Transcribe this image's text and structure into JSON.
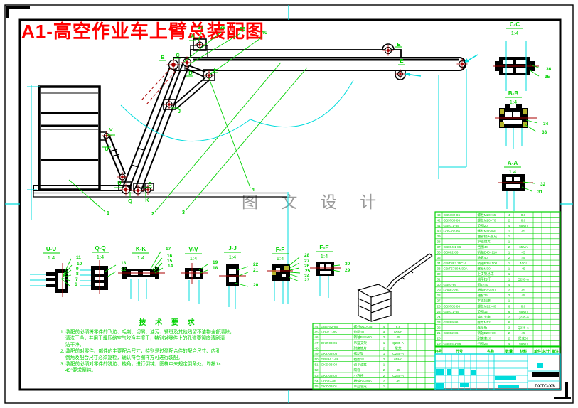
{
  "title": "A1-高空作业车上臂总装配图",
  "watermark": "图 文 设 计",
  "tech": {
    "title": "技 术 要 求",
    "lines": [
      "1. 装配前必须将零件的飞边、毛刺、切屑、油污、锈斑及其他残留不洁物全部清除，",
      "清洗干净，并用干燥压缩空气吹净并擦干，特别对零件上的孔道要彻底清刷清",
      "洁干净。",
      "2. 装配前对零件、部件的主要配合尺寸，特别是过盈配合件的配合尺寸、内孔",
      "倒角及配合尺寸必须复检，确认符合图样方可进行装配。",
      "3. 装配前必须对零件的锐边、棱角，进行倒钝，图样中未规定倒角处，均按1×",
      "45°要求倒钝。"
    ]
  },
  "part_callouts": [
    "1",
    "2",
    "3",
    "4",
    "37",
    "38",
    "39",
    "40"
  ],
  "section_letters": [
    "A",
    "B",
    "C",
    "D",
    "F",
    "E",
    "E",
    "V",
    "U",
    "J",
    "U",
    "Q",
    "K",
    "C"
  ],
  "section_views": [
    {
      "name": "C-C",
      "scale": "1:4",
      "callouts": [
        "36",
        "35"
      ]
    },
    {
      "name": "B-B",
      "scale": "1:4",
      "callouts": [
        "34",
        "33"
      ]
    },
    {
      "name": "A-A",
      "scale": "1:4",
      "callouts": [
        "32",
        "31"
      ]
    },
    {
      "name": "U-U",
      "scale": "1:4",
      "callouts": [
        "11",
        "10",
        "9",
        "8",
        "7",
        "6"
      ]
    },
    {
      "name": "Q-Q",
      "scale": "1:4",
      "callouts": [
        "13",
        "12"
      ]
    },
    {
      "name": "K-K",
      "scale": "1:4",
      "callouts": [
        "17",
        "16",
        "15",
        "14"
      ]
    },
    {
      "name": "V-V",
      "scale": "1:4",
      "callouts": [
        "19",
        "18"
      ]
    },
    {
      "name": "J-J",
      "scale": "1:4",
      "callouts": [
        "22",
        "21",
        "20"
      ]
    },
    {
      "name": "F-F",
      "scale": "1:4",
      "callouts": [
        "28",
        "27",
        "26",
        "25",
        "24",
        "23"
      ]
    },
    {
      "name": "E-E",
      "scale": "1:4",
      "callouts": [
        "30",
        "29"
      ]
    }
  ],
  "bom": {
    "headers": [
      "序号",
      "代号",
      "名称",
      "数量",
      "材料",
      "单件",
      "总计",
      "备注"
    ],
    "right_rows": [
      [
        "43",
        "GB5782-86",
        "螺栓M20×65",
        "4",
        "8.8"
      ],
      [
        "42",
        "GB5780-86",
        "螺栓M20×70",
        "2",
        "8.8"
      ],
      [
        "41",
        "GB97.1-85",
        "垫圈20",
        "4",
        "65Mn"
      ],
      [
        "40",
        "GB5782-86",
        "螺栓M16×60",
        "1",
        "45"
      ],
      [
        "39",
        "",
        "油管接头总成",
        "1",
        ""
      ],
      [
        "38",
        "",
        "护线管夹",
        "1",
        ""
      ],
      [
        "37",
        "GB894.1-86",
        "挡圈40",
        "2",
        "65Mn"
      ],
      [
        "36",
        "GB882-86",
        "销轴B40×110",
        "1",
        "45"
      ],
      [
        "35",
        "",
        "轴套40",
        "2",
        "45"
      ],
      [
        "34",
        "GB/T893 35CrA",
        "销轴B35×100",
        "1",
        "40Cr"
      ],
      [
        "33",
        "GB/T5780 M30A",
        "螺母M30",
        "1",
        "45"
      ],
      [
        "32",
        "",
        "上支架总成",
        "1",
        ""
      ],
      [
        "31",
        "",
        "调平拉杆",
        "1",
        "Q235-A"
      ],
      [
        "30",
        "GB91-86",
        "销4×40",
        "4",
        ""
      ],
      [
        "29",
        "GB882-86",
        "销轴B25×80",
        "2",
        "45"
      ],
      [
        "28",
        "",
        "轴套25",
        "2",
        "45"
      ],
      [
        "27",
        "",
        "下连接座",
        "1",
        ""
      ],
      [
        "26",
        "GB5782-86",
        "螺栓M12×40",
        "6",
        "8.8"
      ],
      [
        "25",
        "GB97.1-85",
        "垫圈12",
        "6",
        "65Mn"
      ],
      [
        "24",
        "",
        "油缸支座",
        "2",
        "Q235-A"
      ],
      [
        "23",
        "GB889-86",
        "螺母M12",
        "6",
        ""
      ],
      [
        "22",
        "",
        "连接板",
        "2",
        "Q235-A"
      ],
      [
        "21",
        "GB882-86",
        "销轴B20×70",
        "2",
        "45"
      ],
      [
        "20",
        "",
        "耐磨套20",
        "2",
        "尼龙66"
      ],
      [
        "19",
        "GB894.1-86",
        "挡圈25",
        "4",
        "65Mn"
      ]
    ],
    "left_rows": [
      [
        "44",
        "GB5782-86",
        "螺栓M10×35",
        "4",
        "8.8"
      ],
      [
        "45",
        "GB97.1-85",
        "垫圈10",
        "4",
        "65Mn"
      ],
      [
        "46",
        "",
        "销轴B18×60",
        "2",
        "45"
      ],
      [
        "47",
        "GKZ-03-06",
        "吊篮支架",
        "1",
        "Q235-A"
      ],
      [
        "48",
        "",
        "耐磨垫片",
        "2",
        "尼龙"
      ],
      [
        "49",
        "GKZ-03-05",
        "摆动架",
        "1",
        "Q235-A"
      ],
      [
        "50",
        "GB894.1-86",
        "挡圈18",
        "2",
        "65Mn"
      ],
      [
        "51",
        "GKZ-03-04",
        "调平油缸",
        "1",
        ""
      ],
      [
        "52",
        "",
        "隔套",
        "2",
        "45"
      ],
      [
        "53",
        "GKZ-03-02",
        "小连杆",
        "2",
        "Q235-A"
      ],
      [
        "54",
        "GB882-86",
        "销轴B14×45",
        "2",
        "45"
      ],
      [
        "55",
        "GKZ-03-01",
        "吊篮总成",
        "1",
        ""
      ]
    ]
  },
  "titleblock": {
    "code": "DXTC-X3"
  },
  "colors": {
    "annotation_green": "#00d200",
    "dimension_cyan": "#00dcdc",
    "centerline_red": "#aa0000",
    "title_red": "#ff0000",
    "hatch_yellow": "#b5b52c",
    "watermark_gray": "#9a9a9a"
  }
}
